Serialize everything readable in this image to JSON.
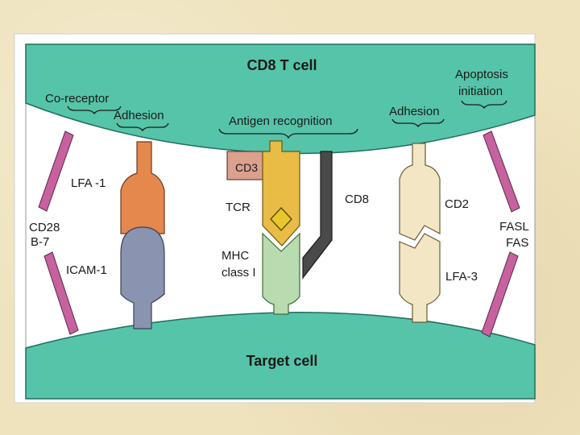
{
  "diagram": {
    "cell_top_label": "CD8 T cell",
    "cell_bottom_label": "Target cell",
    "group_labels": {
      "co_receptor": "Co-receptor",
      "adhesion_left": "Adhesion",
      "antigen_recognition": "Antigen recognition",
      "adhesion_right": "Adhesion",
      "apoptosis_line1": "Apoptosis",
      "apoptosis_line2": "initiation"
    },
    "molecules": {
      "lfa1": "LFA -1",
      "icam1": "ICAM-1",
      "cd28": "CD28",
      "b7": "B-7",
      "cd3": "CD3",
      "tcr": "TCR",
      "mhc_line1": "MHC",
      "mhc_line2": "class I",
      "cd8": "CD8",
      "cd2": "CD2",
      "lfa3": "LFA-3",
      "fasl": "FASL",
      "fas": "FAS"
    },
    "colors": {
      "cell": "#56c4a8",
      "cell_stroke": "#1f6e5c",
      "interstitial": "#ffffff",
      "cd28_bar": "#c7619f",
      "lfa1": "#e5884e",
      "icam1": "#8a93b0",
      "cd3": "#dba08e",
      "tcr": "#e8bc45",
      "antigen": "#e8c72a",
      "mhc": "#b9dbb0",
      "cd8": "#4a4a4a",
      "cd2": "#f3e6c5",
      "fas_bar": "#c7619f"
    }
  }
}
